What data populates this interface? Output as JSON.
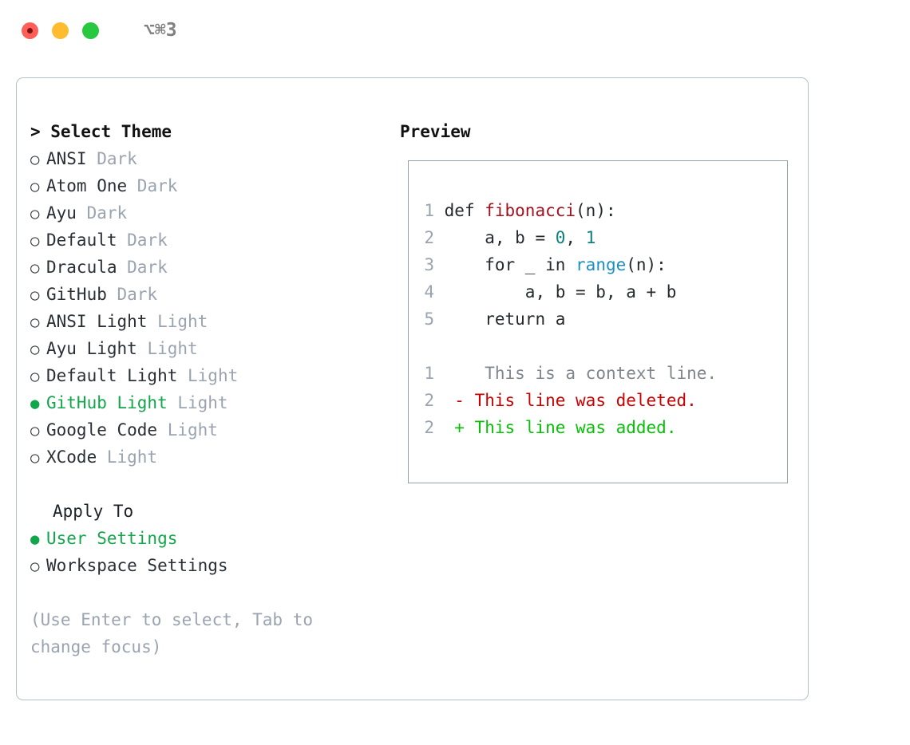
{
  "titlebar": {
    "shortcut": "⌥⌘3",
    "lights": [
      {
        "name": "close",
        "color": "#ff5f57"
      },
      {
        "name": "minimize",
        "color": "#febc2e"
      },
      {
        "name": "maximize",
        "color": "#28c840"
      }
    ]
  },
  "theme_picker": {
    "title": "> Select Theme",
    "selected_bullet": "●",
    "unselected_bullet": "○",
    "selected_color": "#12a64b",
    "muted_color": "#9aa4b0",
    "items": [
      {
        "name": "ANSI",
        "kind": "Dark",
        "selected": false
      },
      {
        "name": "Atom One",
        "kind": "Dark",
        "selected": false
      },
      {
        "name": "Ayu",
        "kind": "Dark",
        "selected": false
      },
      {
        "name": "Default",
        "kind": "Dark",
        "selected": false
      },
      {
        "name": "Dracula",
        "kind": "Dark",
        "selected": false
      },
      {
        "name": "GitHub",
        "kind": "Dark",
        "selected": false
      },
      {
        "name": "ANSI Light",
        "kind": "Light",
        "selected": false
      },
      {
        "name": "Ayu Light",
        "kind": "Light",
        "selected": false
      },
      {
        "name": "Default Light",
        "kind": "Light",
        "selected": false
      },
      {
        "name": "GitHub Light",
        "kind": "Light",
        "selected": true
      },
      {
        "name": "Google Code",
        "kind": "Light",
        "selected": false
      },
      {
        "name": "XCode",
        "kind": "Light",
        "selected": false
      }
    ]
  },
  "apply_to": {
    "heading": "Apply To",
    "items": [
      {
        "name": "User Settings",
        "selected": true
      },
      {
        "name": "Workspace Settings",
        "selected": false
      }
    ]
  },
  "hint": "(Use Enter to select, Tab to change focus)",
  "preview": {
    "title": "Preview",
    "code_lines": [
      {
        "number": "1",
        "tokens": [
          {
            "text": "def ",
            "type": "plain"
          },
          {
            "text": "fibonacci",
            "type": "fn"
          },
          {
            "text": "(n):",
            "type": "plain"
          }
        ]
      },
      {
        "number": "2",
        "tokens": [
          {
            "text": "    a, b = ",
            "type": "plain"
          },
          {
            "text": "0",
            "type": "num"
          },
          {
            "text": ", ",
            "type": "plain"
          },
          {
            "text": "1",
            "type": "num"
          }
        ]
      },
      {
        "number": "3",
        "tokens": [
          {
            "text": "    for _ in ",
            "type": "plain"
          },
          {
            "text": "range",
            "type": "call"
          },
          {
            "text": "(n):",
            "type": "plain"
          }
        ]
      },
      {
        "number": "4",
        "tokens": [
          {
            "text": "        a, b = b, a + b",
            "type": "plain"
          }
        ]
      },
      {
        "number": "5",
        "tokens": [
          {
            "text": "    return a",
            "type": "plain"
          }
        ]
      }
    ],
    "diff_lines": [
      {
        "number": "1",
        "marker": " ",
        "text": "  This is a context line.",
        "type": "ctx"
      },
      {
        "number": "2",
        "marker": "-",
        "text": " This line was deleted.",
        "type": "del"
      },
      {
        "number": "2",
        "marker": "+",
        "text": " This line was added.",
        "type": "add"
      }
    ],
    "syntax_colors": {
      "function": "#a3111f",
      "number": "#0d8080",
      "call": "#1c8fc4",
      "context": "#7f868d",
      "deleted": "#cc0000",
      "added": "#07c007",
      "lineno": "#9aa4b0"
    }
  }
}
